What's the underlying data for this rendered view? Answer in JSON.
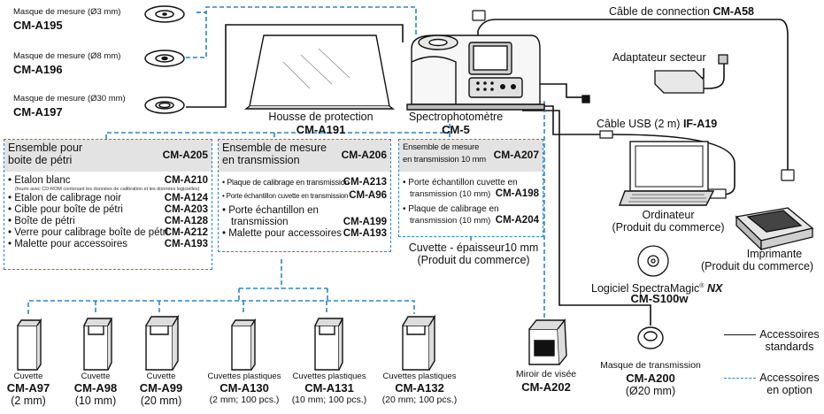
{
  "masks": [
    {
      "label": "Masque de mesure (Ø3 mm)",
      "code": "CM-A195"
    },
    {
      "label": "Masque de mesure (Ø8 mm)",
      "code": "CM-A196"
    },
    {
      "label": "Masque de mesure (Ø30 mm)",
      "code": "CM-A197"
    }
  ],
  "cover": {
    "label": "Housse de protection",
    "code": "CM-A191"
  },
  "instrument": {
    "label": "Spectrophotomètre",
    "code": "CM-5"
  },
  "cable": {
    "label": "Câble de connection ",
    "code": "CM-A58"
  },
  "adapter": {
    "label": "Adaptateur secteur"
  },
  "usb": {
    "label": "Câble USB (2 m) ",
    "code": "IF-A19"
  },
  "computer": {
    "label": "Ordinateur",
    "sub": "(Produit du commerce)"
  },
  "printer": {
    "label": "Imprimante",
    "sub": "(Produit du commerce)"
  },
  "software": {
    "label": "Logiciel SpectraMagic",
    "reg": "®",
    "suffix": "NX",
    "code": "CM-S100w"
  },
  "petri_set": {
    "title1": "Ensemble pour",
    "title2": "boite de pétri",
    "code": "CM-A205",
    "items": [
      {
        "label": "• Etalon blanc",
        "code": "CM-A210"
      },
      {
        "label": "• Etalon de calibrage noir",
        "code": "CM-A124"
      },
      {
        "label": "• Cible pour boîte de pétri",
        "code": "CM-A203"
      },
      {
        "label": "• Boîte de pétri",
        "code": "CM-A128"
      },
      {
        "label": "• Verre pour calibrage boîte de pétri",
        "code": "CM-A212"
      },
      {
        "label": "• Malette pour accessoires",
        "code": "CM-A193"
      }
    ],
    "note": "(fourni avec CD-ROM contenant les données de calibration et les données logicielles)"
  },
  "trans_set": {
    "title1": "Ensemble de mesure",
    "title2": "en transmission",
    "code": "CM-A206",
    "items": [
      {
        "label": "• Plaque de calibrage en transmission",
        "code": "CM-A213"
      },
      {
        "label": "• Porte échantillon cuvette en transmission",
        "code": "CM-A96"
      },
      {
        "label": "• Porte échantillon en",
        "label2": "transmission",
        "code": "CM-A199"
      },
      {
        "label": "• Malette pour accessoires",
        "code": "CM-A193"
      }
    ]
  },
  "trans10_set": {
    "title1": "Ensemble de mesure",
    "title2": "en transmission 10 mm",
    "code": "CM-A207",
    "items": [
      {
        "label": "• Porte échantillon cuvette en",
        "label2": "transmission (10 mm)",
        "code": "CM-A198"
      },
      {
        "label": "• Plaque de calibrage en",
        "label2": "transmission (10 mm)",
        "code": "CM-A204"
      }
    ]
  },
  "cuvette_note": {
    "line1": "Cuvette - épaisseur10 mm",
    "line2": "(Produit du commerce)"
  },
  "cuvettes": [
    {
      "name": "Cuvette",
      "code": "CM-A97",
      "size": "(2 mm)"
    },
    {
      "name": "Cuvette",
      "code": "CM-A98",
      "size": "(10 mm)"
    },
    {
      "name": "Cuvette",
      "code": "CM-A99",
      "size": "(20 mm)"
    },
    {
      "name": "Cuvettes plastiques",
      "code": "CM-A130",
      "size": "(2 mm; 100 pcs.)"
    },
    {
      "name": "Cuvettes plastiques",
      "code": "CM-A131",
      "size": "(10 mm; 100 pcs.)"
    },
    {
      "name": "Cuvettes plastiques",
      "code": "CM-A132",
      "size": "(20 mm; 100 pcs.)"
    }
  ],
  "mirror": {
    "label": "Miroir de visée",
    "code": "CM-A202"
  },
  "trans_mask": {
    "label": "Masque de transmission",
    "code": "CM-A200",
    "size": "(Ø20 mm)"
  },
  "legend": {
    "standard1": "Accessoires",
    "standard2": "standards",
    "option1": "Accessoires",
    "option2": "en option"
  },
  "colors": {
    "line": "#111111",
    "dashed": "#2a86c6",
    "header_bg": "#e3e3e3"
  }
}
